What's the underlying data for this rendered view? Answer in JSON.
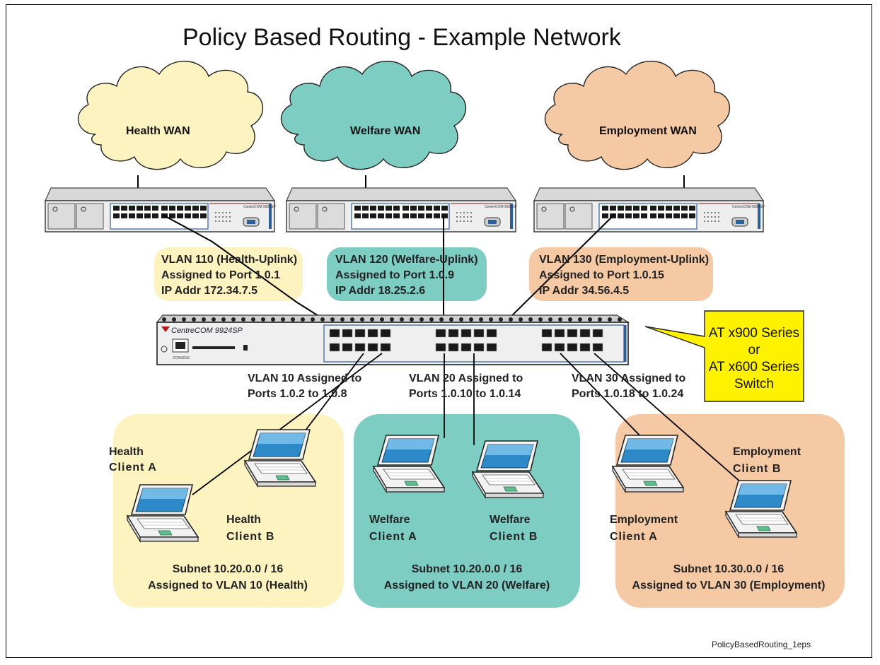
{
  "title": "Policy Based Routing - Example Network",
  "colors": {
    "health": "#fdf3c0",
    "welfare": "#7ecdc3",
    "employment": "#f6c9a5",
    "callout": "#fff200",
    "line": "#000000"
  },
  "clouds": {
    "health": "Health WAN",
    "welfare": "Welfare WAN",
    "employment": "Employment WAN"
  },
  "uplinks": {
    "health": {
      "line1": "VLAN  110 (Health-Uplink)",
      "line2": "Assigned to Port 1.0.1",
      "line3": "IP Addr 172.34.7.5"
    },
    "welfare": {
      "line1": "VLAN  120 (Welfare-Uplink)",
      "line2": "Assigned to Port 1.0.9",
      "line3": "IP Addr 18.25.2.6"
    },
    "employment": {
      "line1": "VLAN  130 (Employment-Uplink)",
      "line2": "Assigned to Port 1.0.15",
      "line3": "IP Addr 34.56.4.5"
    }
  },
  "core_switch": {
    "brand": "CentreCOM 9924SP",
    "port_label": "CONSOLE"
  },
  "edge_switch_brand": "CentreCOM 9924SP",
  "callout": {
    "line1": "AT x900 Series",
    "line2": "or",
    "line3": "AT x600 Series",
    "line4": "Switch"
  },
  "vlans": {
    "health": {
      "line1": "VLAN  10 Assigned to",
      "line2": "Ports 1.0.2 to 1.0.8"
    },
    "welfare": {
      "line1": "VLAN  20 Assigned to",
      "line2": "Ports 1.0.10 to 1.0.14"
    },
    "employment": {
      "line1": "VLAN  30 Assigned to",
      "line2": "Ports 1.0.18 to 1.0.24"
    }
  },
  "clients": {
    "health_a": {
      "line1": "Health",
      "line2": "Client A"
    },
    "health_b": {
      "line1": "Health",
      "line2": "Client B"
    },
    "welfare_a": {
      "line1": "Welfare",
      "line2": "Client A"
    },
    "welfare_b": {
      "line1": "Welfare",
      "line2": "Client B"
    },
    "employment_a": {
      "line1": "Employment",
      "line2": "Client A"
    },
    "employment_b": {
      "line1": "Employment",
      "line2": "Client B"
    }
  },
  "subnets": {
    "health": {
      "line1": "Subnet 10.20.0.0 / 16",
      "line2": "Assigned to VLAN 10 (Health)"
    },
    "welfare": {
      "line1": "Subnet 10.20.0.0 / 16",
      "line2": "Assigned to VLAN 20 (Welfare)"
    },
    "employment": {
      "line1": "Subnet 10.30.0.0 / 16",
      "line2": "Assigned to VLAN 30 (Employment)"
    }
  },
  "footer": "PolicyBasedRouting_1eps"
}
